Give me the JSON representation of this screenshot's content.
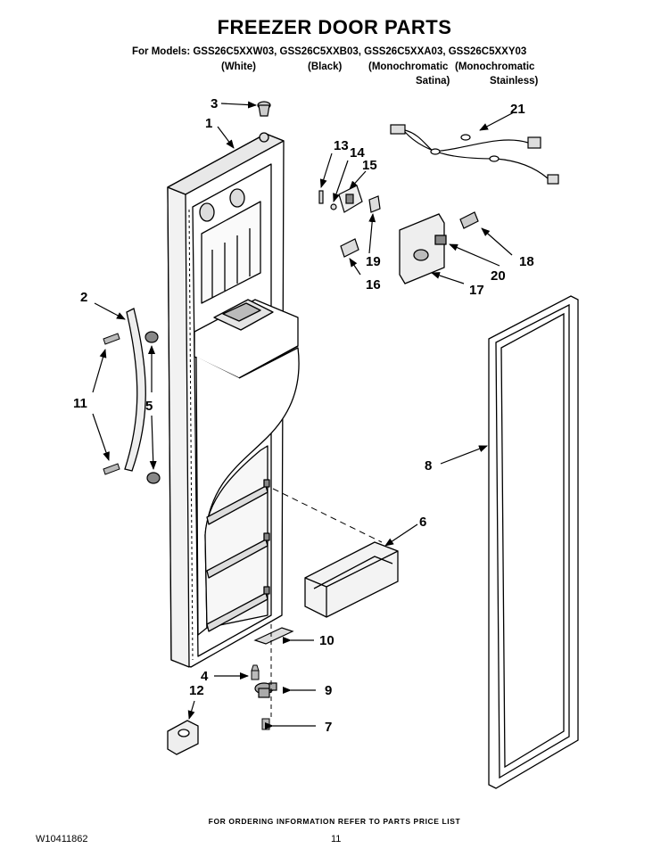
{
  "header": {
    "title": "FREEZER DOOR PARTS",
    "models_line": "For Models: GSS26C5XXW03, GSS26C5XXB03, GSS26C5XXA03, GSS26C5XXY03",
    "variants": [
      "(White)",
      "(Black)",
      "(Monochromatic",
      "(Monochromatic",
      "Satina)",
      "Stainless)"
    ]
  },
  "callouts": [
    "1",
    "2",
    "3",
    "4",
    "5",
    "6",
    "7",
    "8",
    "9",
    "10",
    "11",
    "12",
    "13",
    "14",
    "15",
    "16",
    "17",
    "18",
    "19",
    "20",
    "21"
  ],
  "callouts_repeated": [
    "11",
    "5"
  ],
  "footer": {
    "note": "FOR ORDERING INFORMATION REFER TO PARTS PRICE LIST",
    "doc_id": "W10411862",
    "page": "11"
  }
}
